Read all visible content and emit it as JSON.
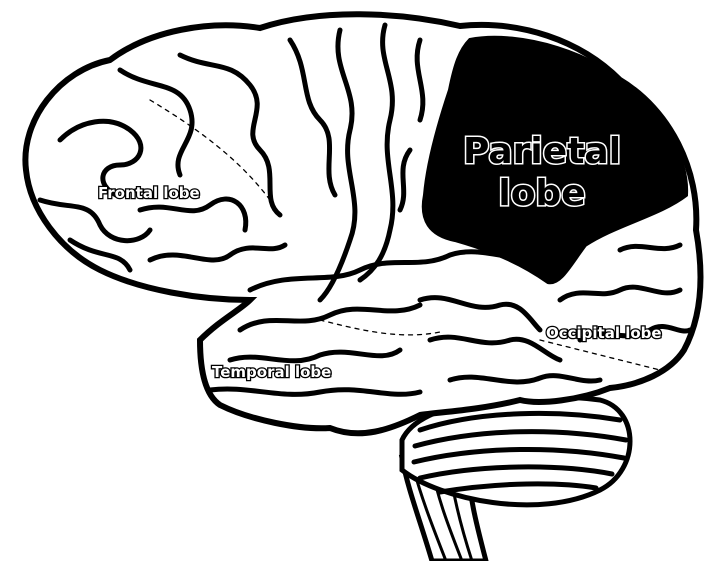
{
  "diagram": {
    "labels": {
      "frontal": "Frontal lobe",
      "parietal_line1": "Parietal",
      "parietal_line2": "lobe",
      "temporal": "Temporal lobe",
      "occipital": "Occipital lobe"
    },
    "highlighted_region": "parietal",
    "colors": {
      "background": "#ffffff",
      "outline": "#000000",
      "highlight_fill": "#000000",
      "label_text": "#ffffff"
    }
  }
}
